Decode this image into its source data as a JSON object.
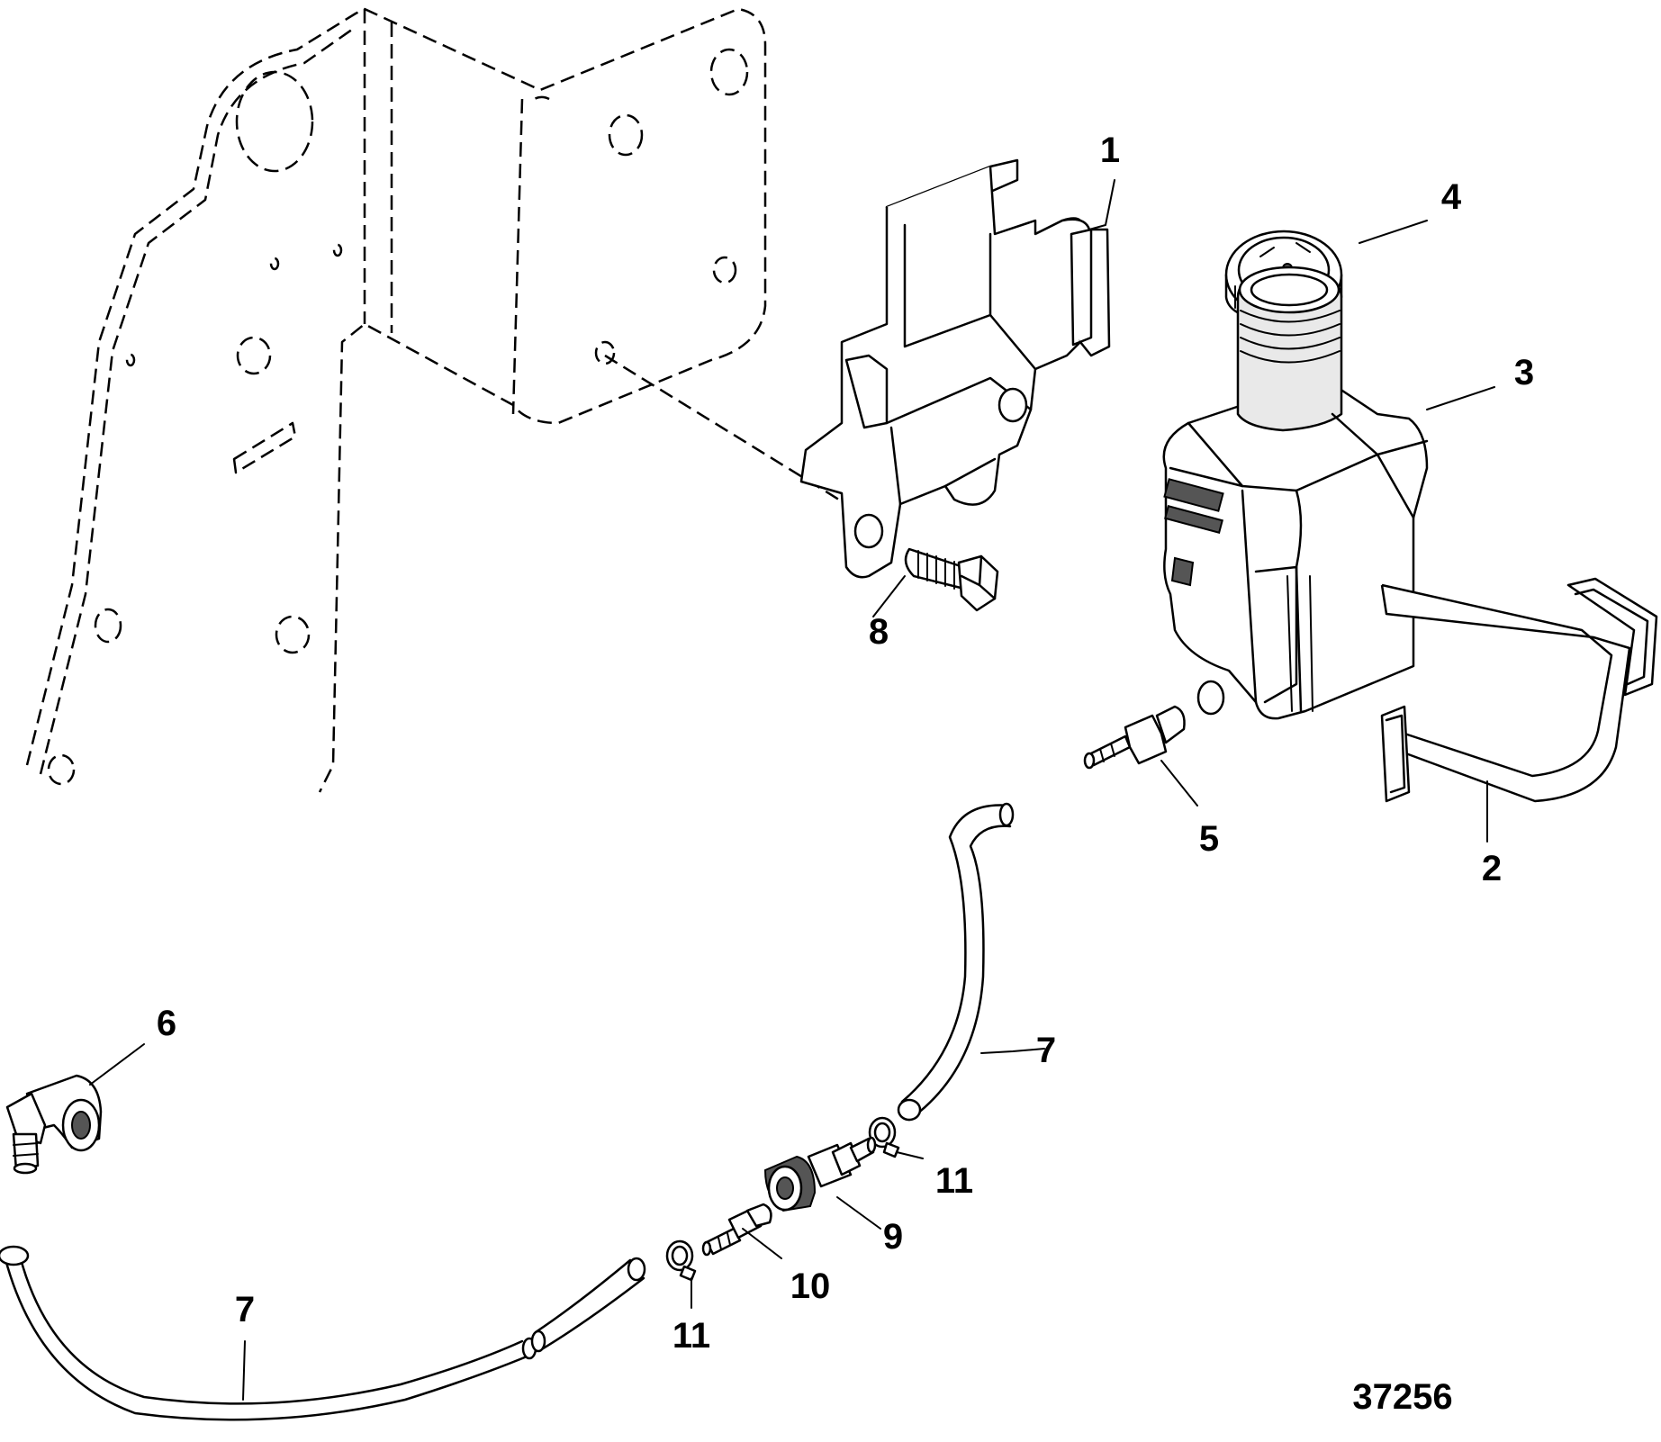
{
  "figure_number": "37256",
  "callouts": {
    "c1": "1",
    "c2": "2",
    "c3": "3",
    "c4": "4",
    "c5": "5",
    "c6": "6",
    "c7a": "7",
    "c7b": "7",
    "c8": "8",
    "c9": "9",
    "c10": "10",
    "c11a": "11",
    "c11b": "11"
  }
}
